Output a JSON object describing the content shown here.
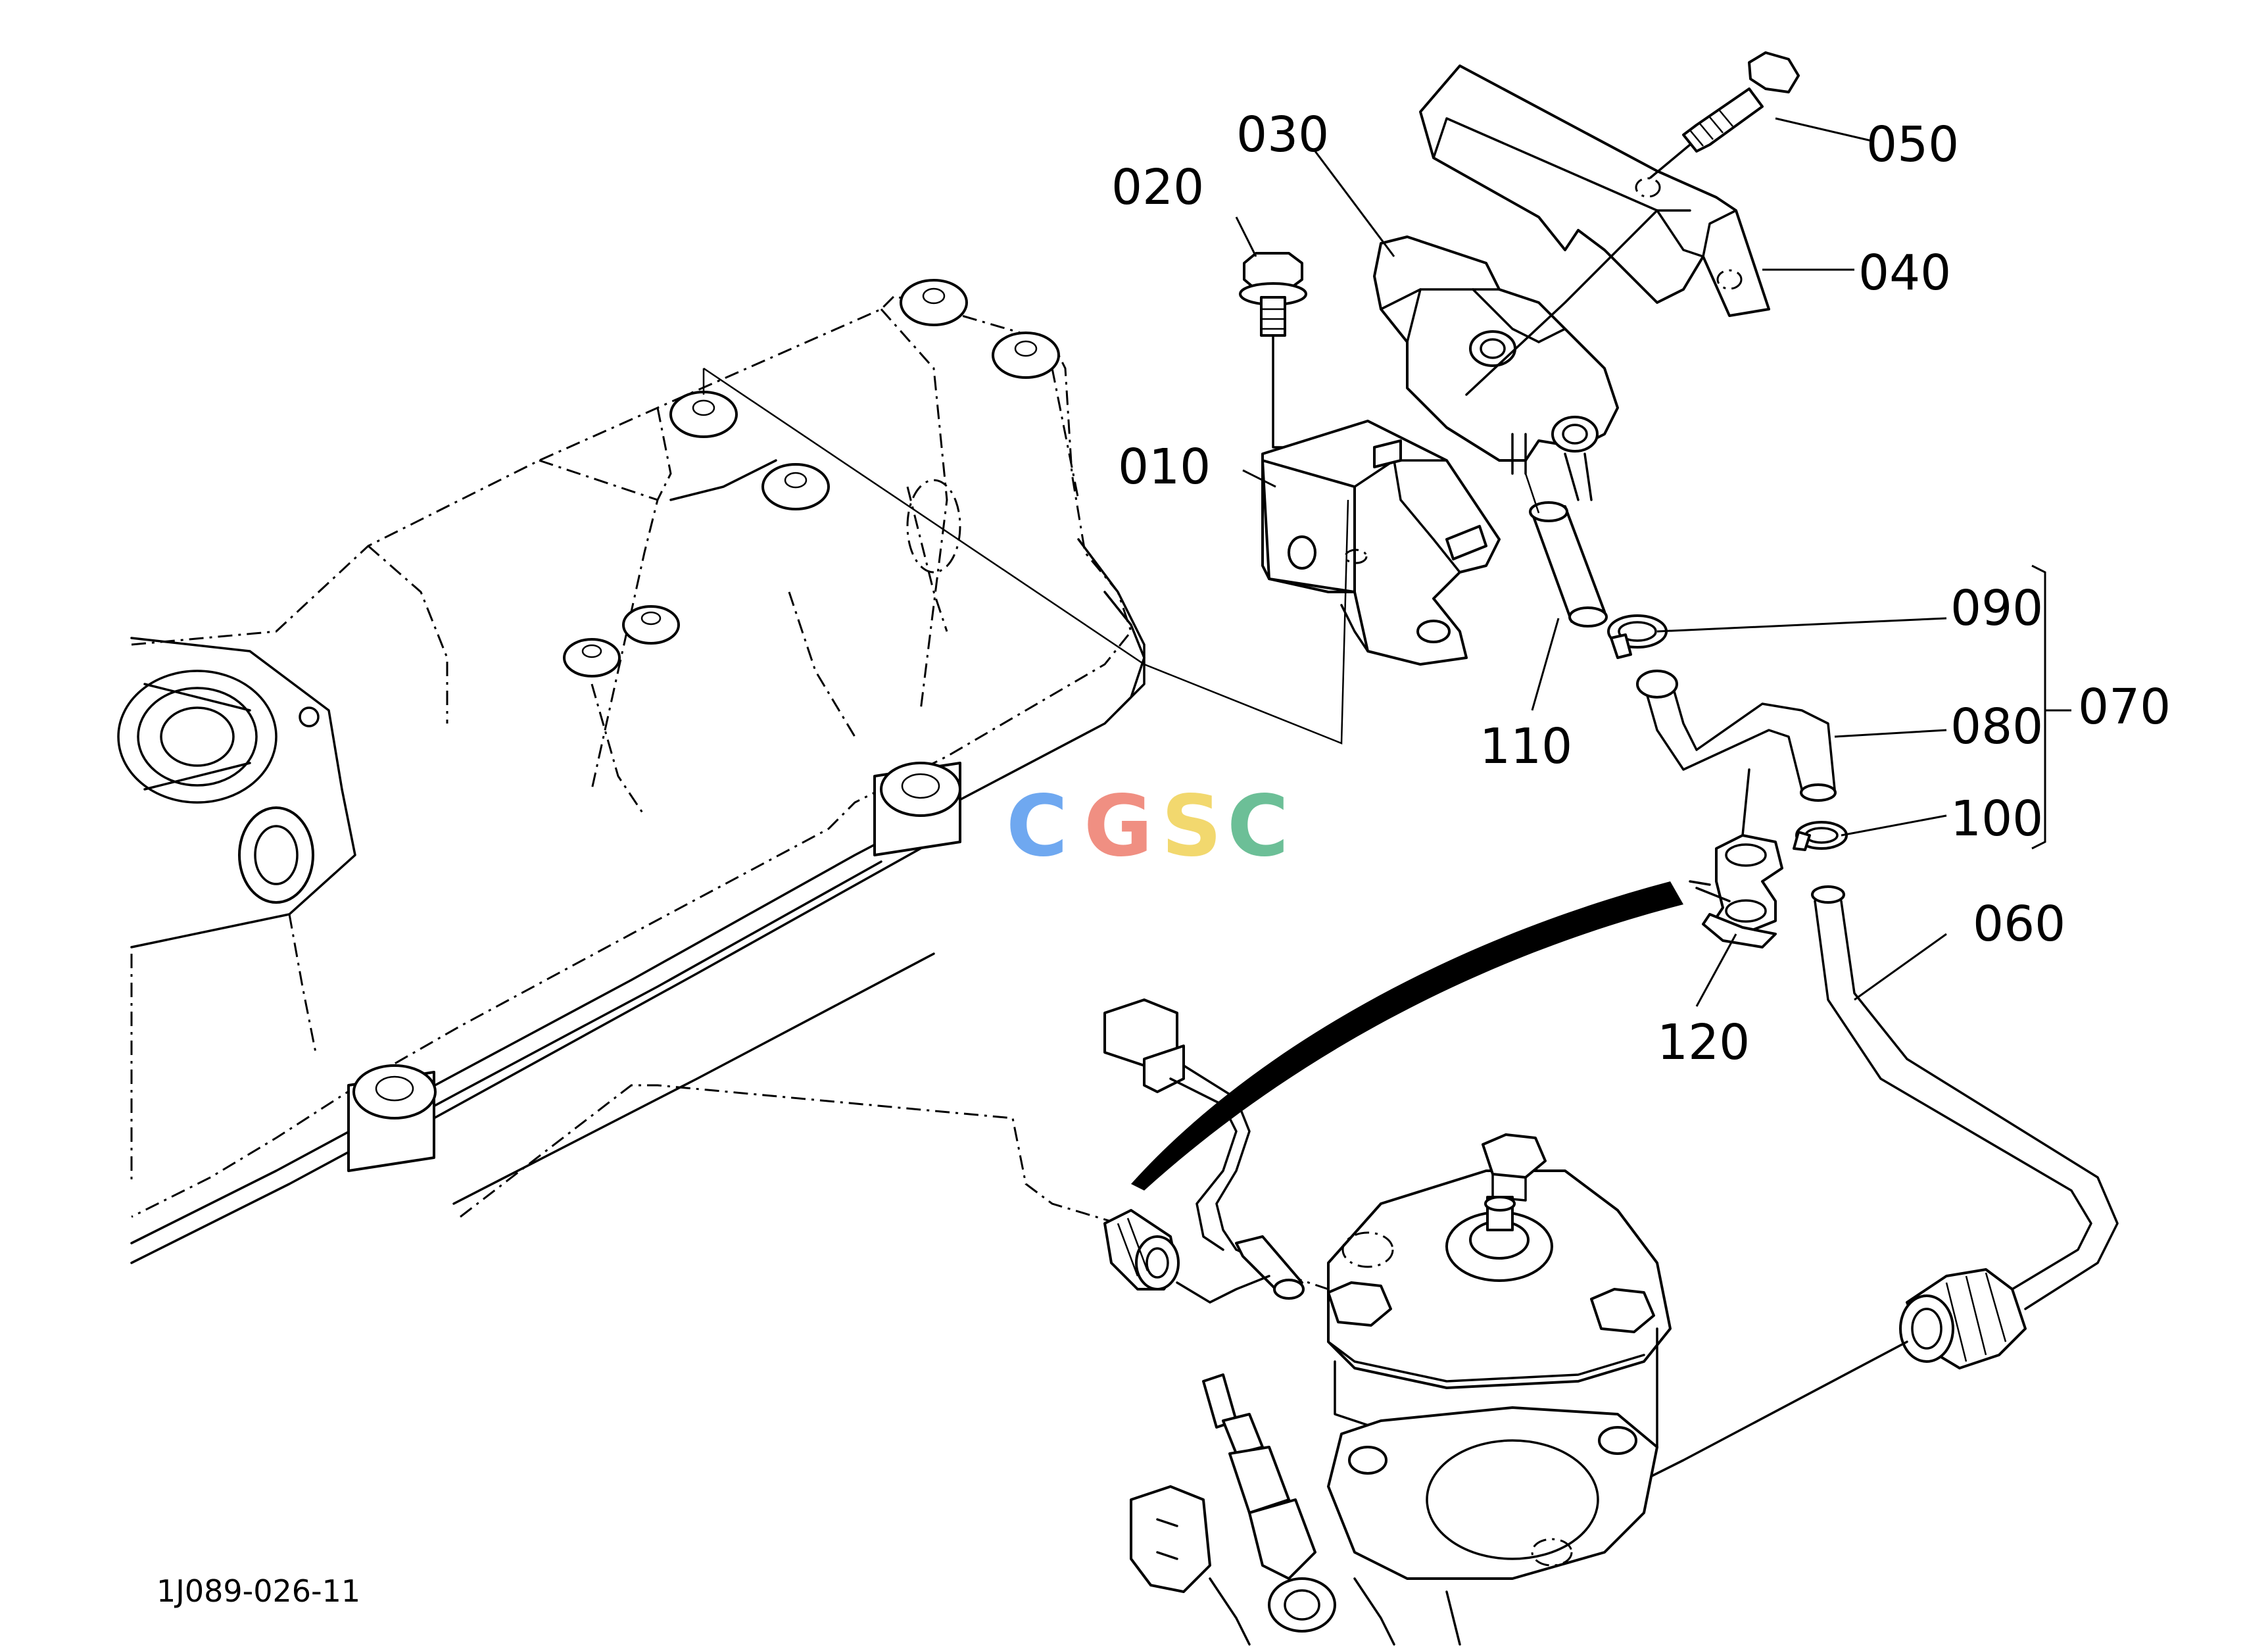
{
  "drawing_code": "1J089-026-11",
  "watermark": {
    "letters": [
      "C",
      "G",
      "S",
      "C"
    ],
    "colors": [
      "#6fa8f0",
      "#f08f82",
      "#f2d86e",
      "#6cbf97"
    ]
  },
  "callouts": {
    "p010": "010",
    "p020": "020",
    "p030": "030",
    "p040": "040",
    "p050": "050",
    "p060": "060",
    "p070": "070",
    "p080": "080",
    "p090": "090",
    "p100": "100",
    "p110": "110",
    "p120": "120"
  }
}
